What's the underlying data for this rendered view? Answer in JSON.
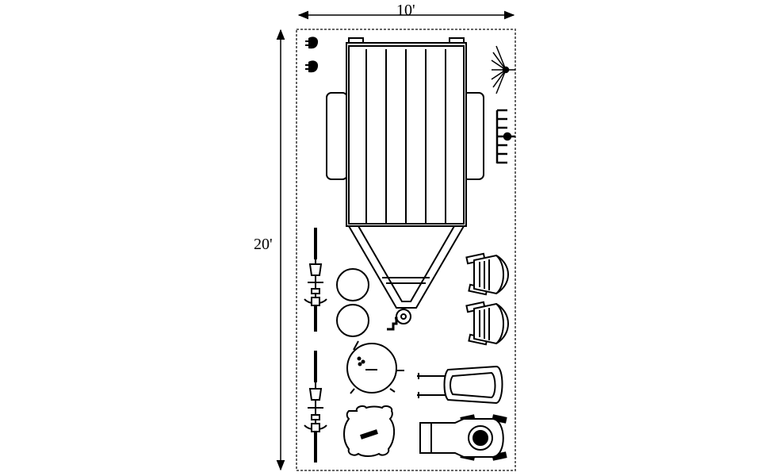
{
  "diagram": {
    "title": "",
    "dimensions": {
      "width_label": "10'",
      "height_label": "20'"
    },
    "items": [
      {
        "name": "utility-trailer",
        "icon": "trailer-icon"
      },
      {
        "name": "wheelbarrow",
        "icon": "wheelbarrow-icon",
        "count": 2
      },
      {
        "name": "leaf-rake",
        "icon": "rake-icon"
      },
      {
        "name": "garden-rake",
        "icon": "garden-rake-icon"
      },
      {
        "name": "bicycle",
        "icon": "bicycle-icon",
        "count": 2
      },
      {
        "name": "round-table",
        "icon": "round-table-icon",
        "count": 2
      },
      {
        "name": "trailer-jack",
        "icon": "jack-icon"
      },
      {
        "name": "adirondack-chair",
        "icon": "adirondack-chair-icon",
        "count": 2
      },
      {
        "name": "kettle-grill",
        "icon": "grill-icon"
      },
      {
        "name": "garden-cart",
        "icon": "cart-icon"
      },
      {
        "name": "smoker-grill",
        "icon": "smoker-icon"
      },
      {
        "name": "riding-mower",
        "icon": "mower-icon"
      }
    ],
    "colors": {
      "line": "#000000",
      "background": "#ffffff"
    }
  }
}
